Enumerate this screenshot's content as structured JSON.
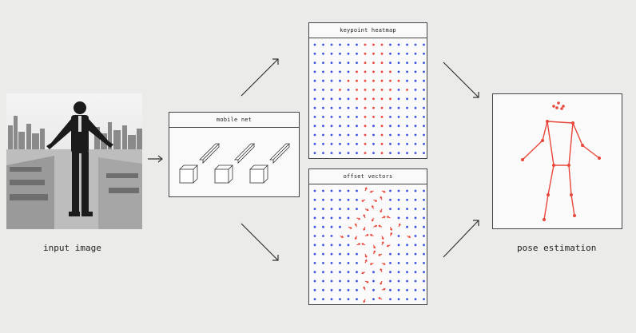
{
  "diagram": {
    "input_caption": "input image",
    "output_caption": "pose estimation",
    "mobilenet_title": "mobile net",
    "heatmap_title": "keypoint heatmap",
    "offset_title": "offset vectors",
    "colors": {
      "background": "#ebebea",
      "grid_dot": "#3b4fe0",
      "highlight": "#e8473a",
      "frame": "#444444"
    },
    "icons": [
      "arrow-right-icon",
      "arrow-up-right-icon",
      "arrow-down-right-icon",
      "photo-person-icon",
      "cube-icon"
    ]
  }
}
